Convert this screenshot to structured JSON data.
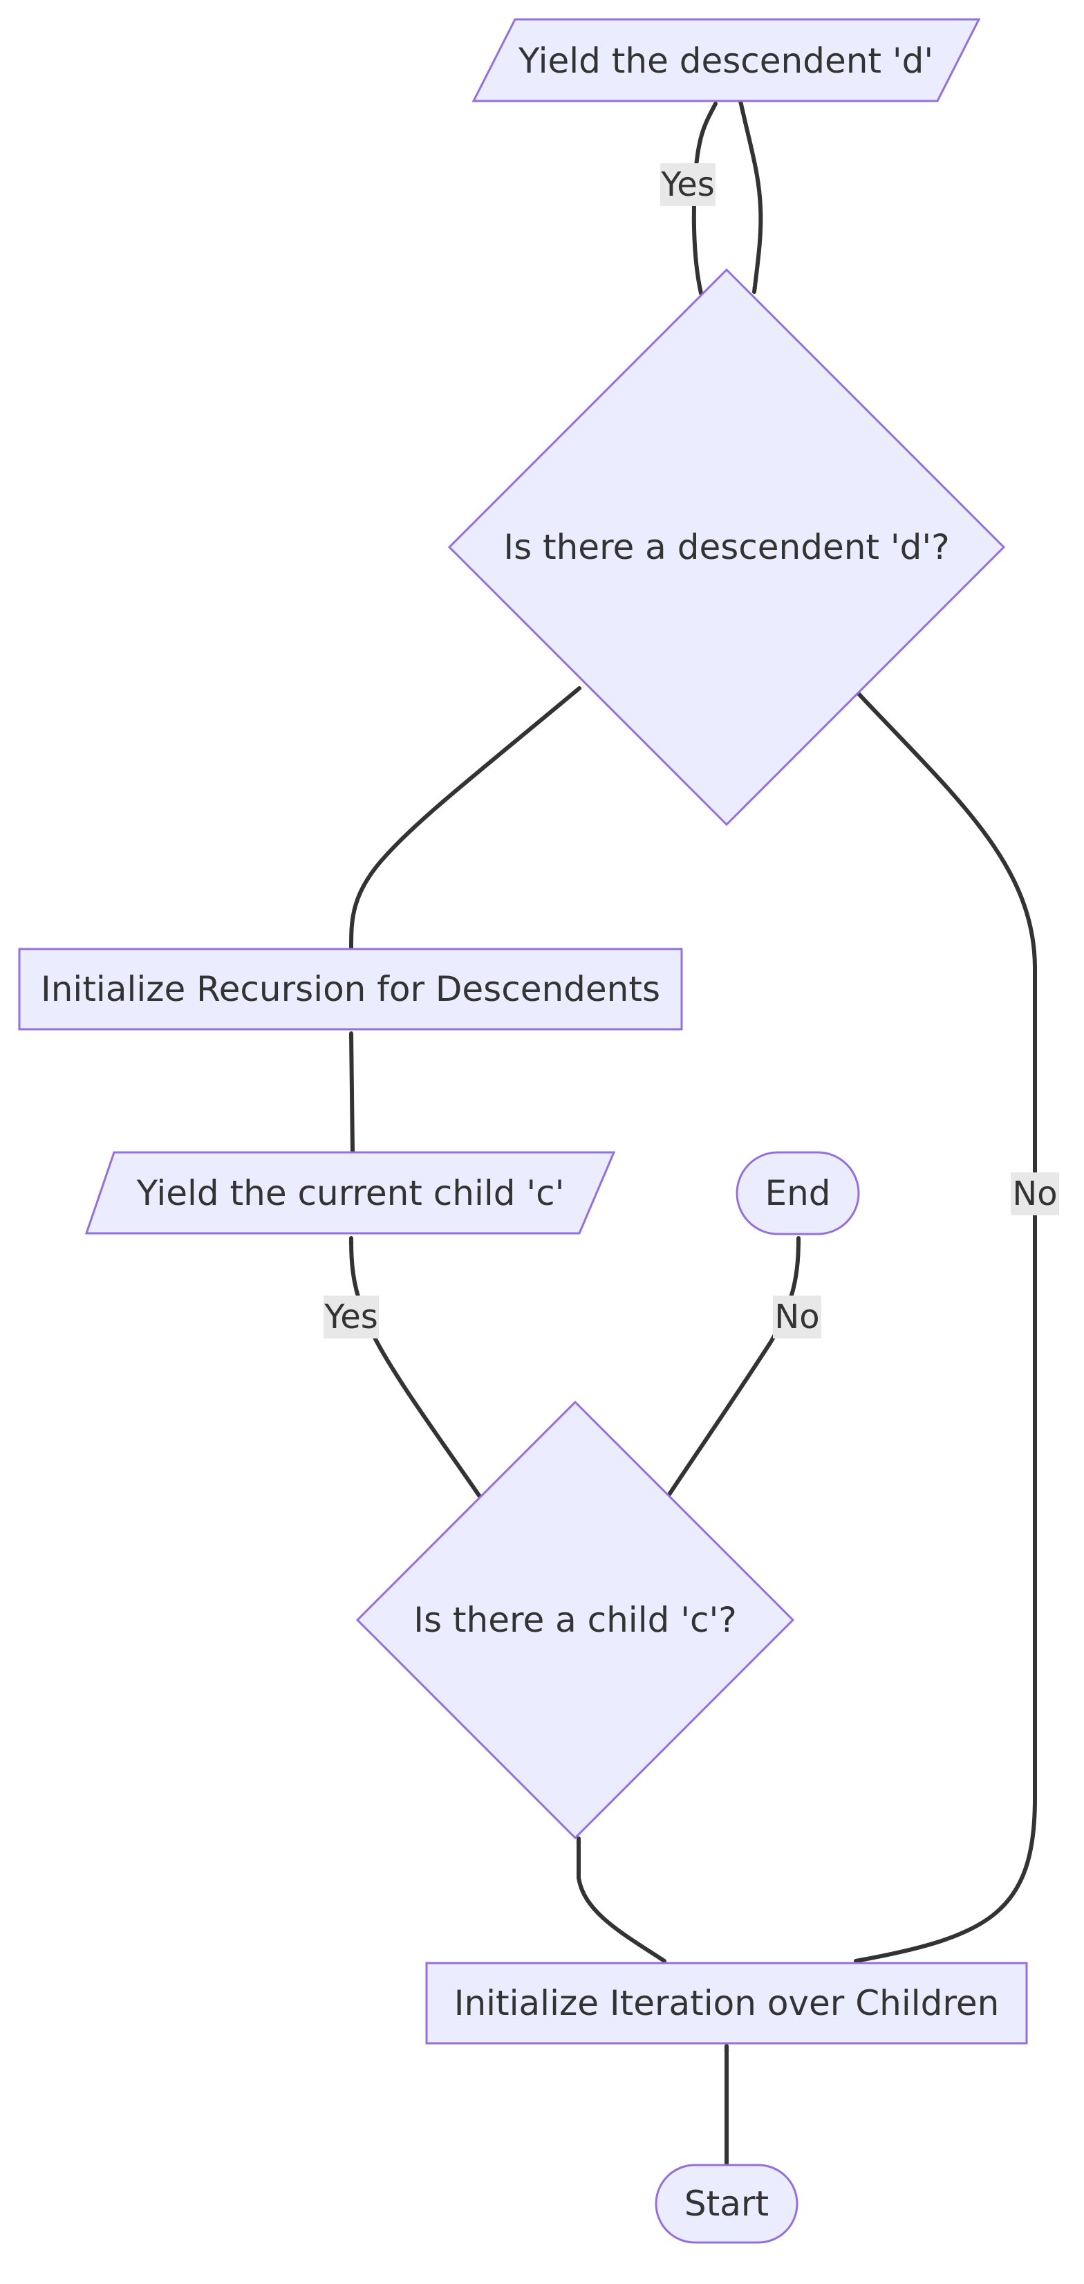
{
  "nodes": {
    "start": "Start",
    "init_children": "Initialize Iteration over Children",
    "child_decision": "Is there a child 'c'?",
    "end": "End",
    "yield_child": "Yield the current child 'c'",
    "init_recursion": "Initialize Recursion for Descendents",
    "desc_decision": "Is there a descendent 'd'?",
    "yield_desc": "Yield the descendent 'd'"
  },
  "edge_labels": {
    "child_yes": "Yes",
    "child_no": "No",
    "desc_yes": "Yes",
    "desc_no": "No"
  },
  "colors": {
    "node_fill": "#ECECFF",
    "node_stroke": "#9370DB",
    "edge": "#333333",
    "label_background": "#E8E8E8",
    "text": "#333333"
  }
}
